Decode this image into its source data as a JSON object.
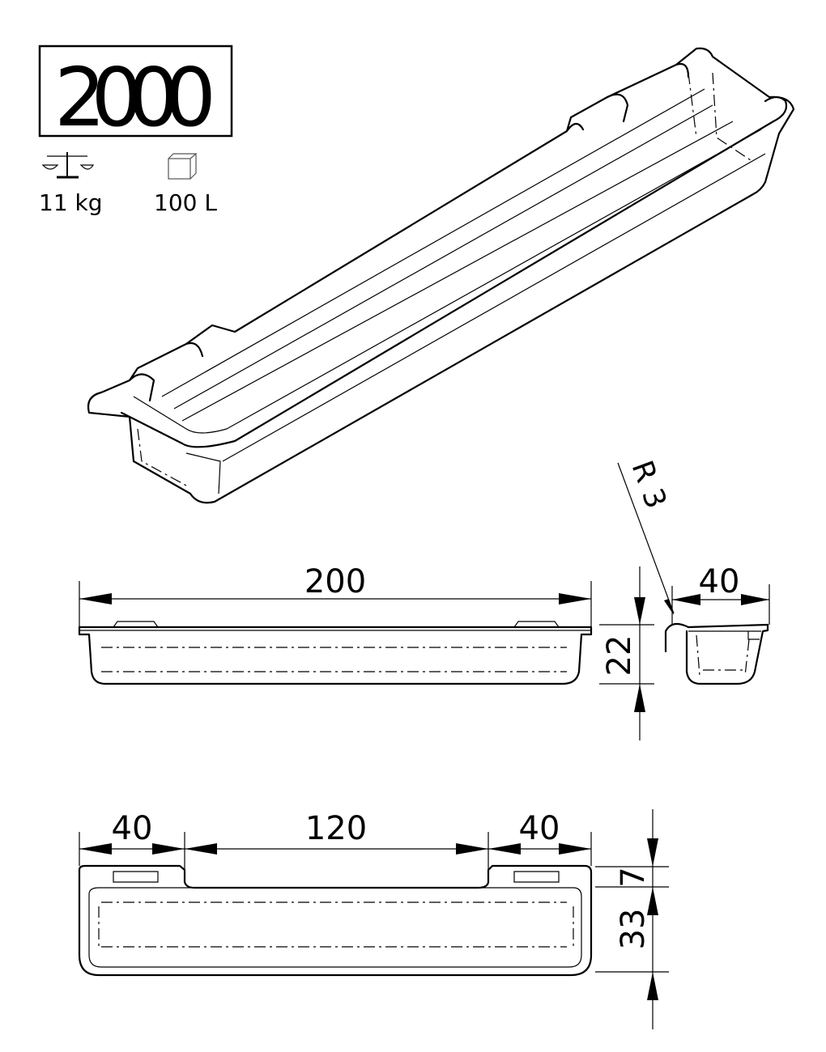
{
  "badge": {
    "model_number": "2000"
  },
  "specs": {
    "weight": {
      "icon": "scale-icon",
      "label": "11 kg"
    },
    "volume": {
      "icon": "cube-icon",
      "label": "100 L"
    }
  },
  "front_view": {
    "length": "200",
    "height": "22"
  },
  "side_view": {
    "radius": "R 3",
    "width": "40"
  },
  "top_view": {
    "left_segment": "40",
    "middle_segment": "120",
    "right_segment": "40",
    "lip_height": "7",
    "body_height": "33"
  }
}
